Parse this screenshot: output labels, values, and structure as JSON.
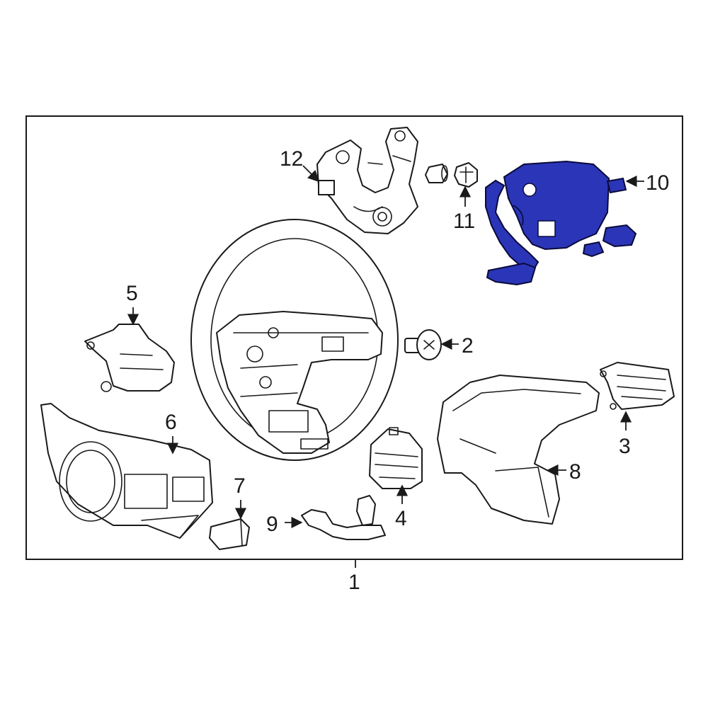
{
  "callouts": {
    "c1": "1",
    "c2": "2",
    "c3": "3",
    "c4": "4",
    "c5": "5",
    "c6": "6",
    "c7": "7",
    "c8": "8",
    "c9": "9",
    "c10": "10",
    "c11": "11",
    "c12": "12"
  },
  "colors": {
    "highlight_fill": "#2a35b8",
    "line": "#1a1a1a",
    "background": "#ffffff"
  },
  "highlighted_part": "10"
}
